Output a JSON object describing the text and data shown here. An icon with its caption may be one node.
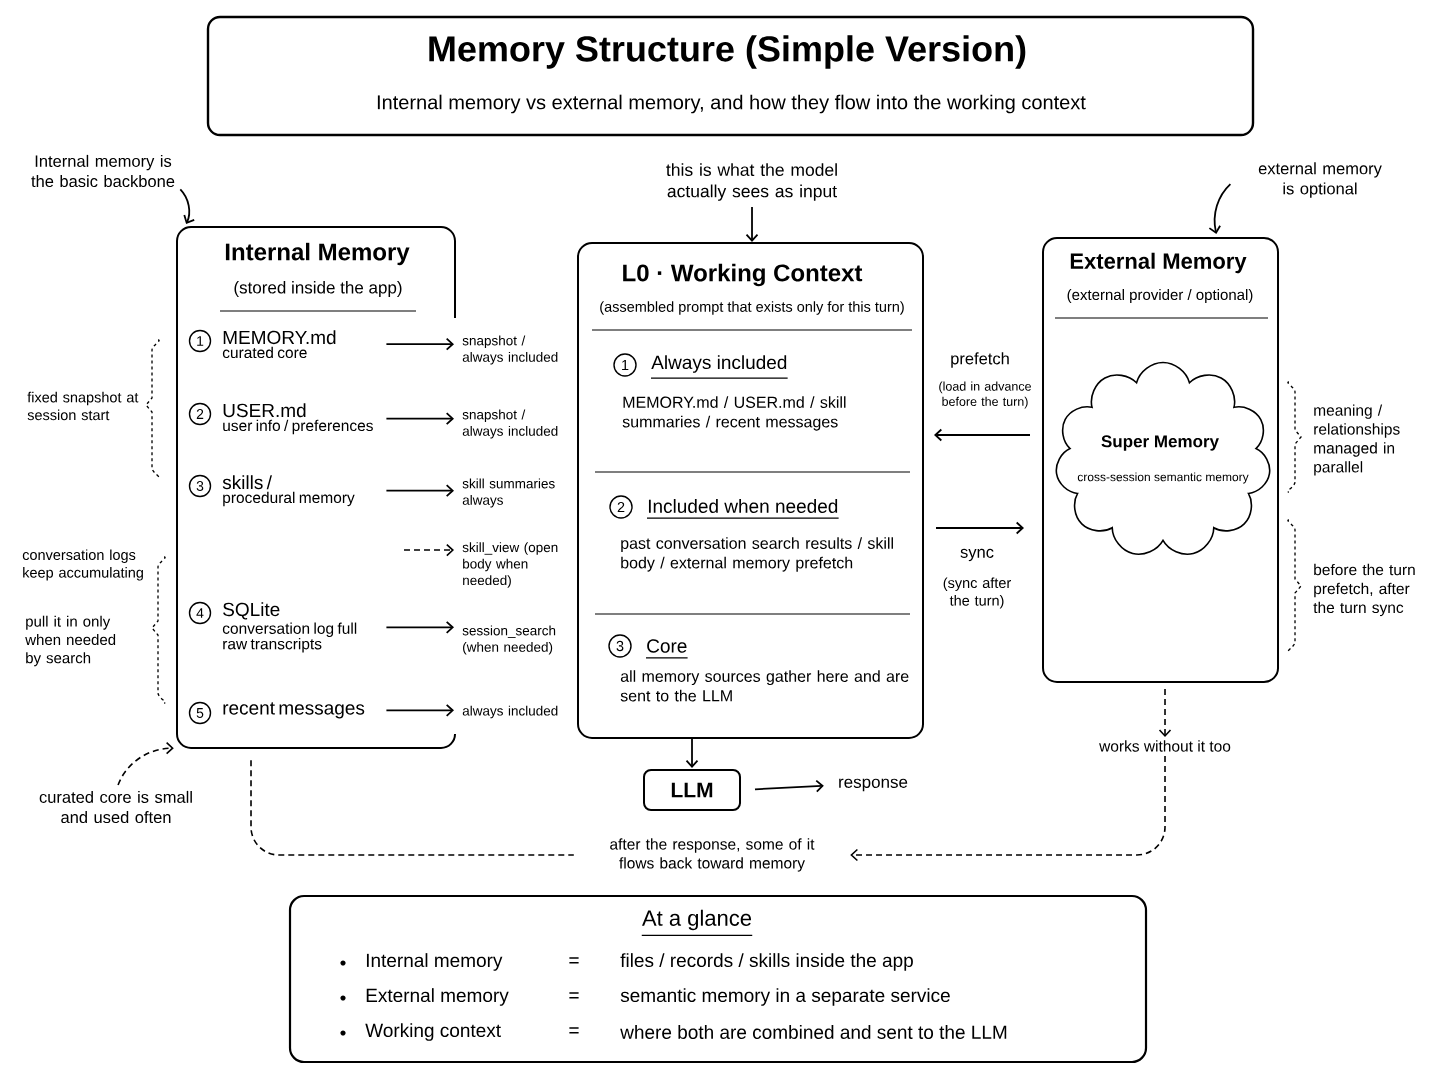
{
  "diagram": {
    "nodes": [
      {
        "text": [
          "Memory Structure (Simple Version)",
          "Internal memory vs external memory, and how they flow into the working context"
        ]
      },
      {
        "text": [
          "Internal Memory",
          "(stored inside the app)"
        ]
      },
      {
        "text": [
          "1",
          "MEMORY.md",
          "curated core"
        ],
        "in": 1
      },
      {
        "text": [
          "2",
          "USER.md",
          "user info / preferences"
        ],
        "in": 1
      },
      {
        "text": [
          "3",
          "skills /",
          "procedural memory"
        ],
        "in": 1
      },
      {
        "text": [
          "4",
          "SQLite",
          "conversation log full raw transcripts"
        ],
        "in": 1
      },
      {
        "text": [
          "5",
          "recent messages"
        ],
        "in": 1
      },
      {
        "text": [
          "snapshot / always included"
        ]
      },
      {
        "text": [
          "snapshot / always included"
        ]
      },
      {
        "text": [
          "skill summaries always"
        ]
      },
      {
        "text": [
          "skill_view (open body when needed)"
        ]
      },
      {
        "text": [
          "session_search (when needed)"
        ]
      },
      {
        "text": [
          "always included"
        ]
      },
      {
        "text": [
          "L0 · Working Context",
          "(assembled prompt that exists only for this turn)"
        ]
      },
      {
        "text": [
          "1",
          "Always included",
          "MEMORY.md / USER.md / skill summaries / recent messages"
        ],
        "in": 13
      },
      {
        "text": [
          "2",
          "Included when needed",
          "past conversation search results / skill body / external memory prefetch"
        ],
        "in": 13
      },
      {
        "text": [
          "3",
          "Core",
          "all memory sources gather here and are sent to the LLM"
        ],
        "in": 13
      },
      {
        "text": [
          "External Memory",
          "(external provider / optional)"
        ]
      },
      {
        "text": [
          "Super Memory",
          "cross-session semantic memory"
        ],
        "in": 17
      },
      {
        "text": [
          "LLM"
        ]
      },
      {
        "text": [
          "response"
        ]
      },
      {
        "text": [
          "this is what the model actually sees as input"
        ]
      },
      {
        "text": [
          "Internal memory is the basic backbone"
        ]
      },
      {
        "text": [
          "external memory is optional"
        ]
      },
      {
        "text": [
          "curated core is small and used often"
        ]
      },
      {
        "text": [
          "works without it too"
        ]
      },
      {
        "text": [
          "after the response, some of it flows back toward memory"
        ]
      },
      {
        "text": [
          "At a glance",
          "Internal memory",
          "=",
          "files / records / skills inside the app",
          "External memory",
          "=",
          "semantic memory in a separate service",
          "Working context",
          "=",
          "where both are combined and sent to the LLM"
        ]
      }
    ],
    "edges": [
      {
        "from": 2,
        "to": 7,
        "arrow": "to"
      },
      {
        "from": 3,
        "to": 8,
        "arrow": "to"
      },
      {
        "from": 4,
        "to": 9,
        "arrow": "to"
      },
      {
        "from": null,
        "to": 10,
        "arrow": "to",
        "style": "dashed"
      },
      {
        "from": 5,
        "to": 11,
        "arrow": "to"
      },
      {
        "from": 6,
        "to": 12,
        "arrow": "to"
      },
      {
        "from": 17,
        "to": 13,
        "arrow": "to",
        "label": "prefetch"
      },
      {
        "from": 13,
        "to": 17,
        "arrow": "to",
        "label": "sync"
      },
      {
        "from": 13,
        "to": 19,
        "arrow": "to"
      },
      {
        "from": 19,
        "to": 20,
        "arrow": "to"
      },
      {
        "from": 21,
        "to": 13,
        "arrow": "to"
      },
      {
        "from": 22,
        "to": 1,
        "arrow": "to"
      },
      {
        "from": 23,
        "to": 17,
        "arrow": "to"
      },
      {
        "from": 24,
        "to": 1,
        "arrow": "to",
        "style": "dashed"
      },
      {
        "from": 17,
        "to": 25,
        "arrow": "to",
        "style": "dashed"
      },
      {
        "from": 25,
        "to": 26,
        "arrow": "to",
        "style": "dashed"
      },
      {
        "from": 1,
        "to": 26,
        "arrow": "none",
        "style": "dashed"
      }
    ],
    "labels": [
      "fixed snapshot at session start",
      "(load in advance before the turn)",
      "meaning / relationships managed in parallel",
      "conversation logs keep accumulating",
      "(sync after the turn)",
      "before the turn prefetch, after the turn sync",
      "pull it in only when needed by search"
    ]
  }
}
